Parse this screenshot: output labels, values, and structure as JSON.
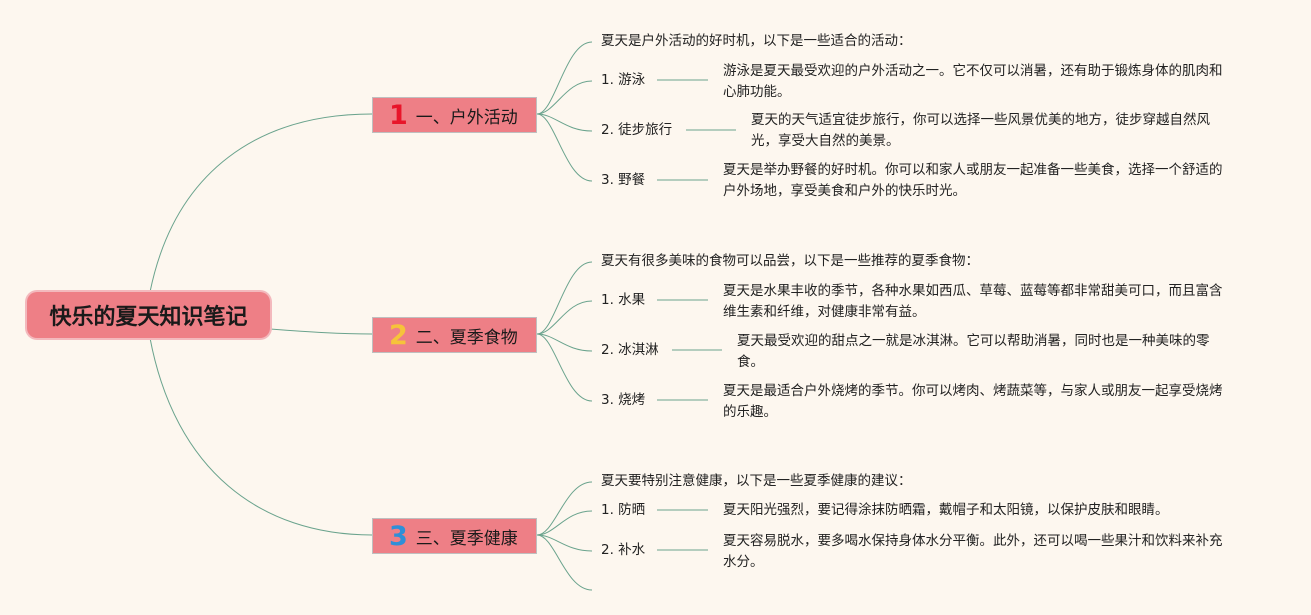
{
  "root": {
    "title": "快乐的夏天知识笔记"
  },
  "branches": [
    {
      "num": "1",
      "num_color": "#e8152a",
      "label": "一、户外活动",
      "intro": "夏天是户外活动的好时机，以下是一些适合的活动：",
      "items": [
        {
          "label": "1. 游泳",
          "desc": "游泳是夏天最受欢迎的户外活动之一。它不仅可以消暑，还有助于锻炼身体的肌肉和心肺功能。"
        },
        {
          "label": "2. 徒步旅行",
          "desc": "夏天的天气适宜徒步旅行，你可以选择一些风景优美的地方，徒步穿越自然风光，享受大自然的美景。"
        },
        {
          "label": "3. 野餐",
          "desc": "夏天是举办野餐的好时机。你可以和家人或朋友一起准备一些美食，选择一个舒适的户外场地，享受美食和户外的快乐时光。"
        }
      ]
    },
    {
      "num": "2",
      "num_color": "#f6c33a",
      "label": "二、夏季食物",
      "intro": "夏天有很多美味的食物可以品尝，以下是一些推荐的夏季食物：",
      "items": [
        {
          "label": "1. 水果",
          "desc": "夏天是水果丰收的季节，各种水果如西瓜、草莓、蓝莓等都非常甜美可口，而且富含维生素和纤维，对健康非常有益。"
        },
        {
          "label": "2. 冰淇淋",
          "desc": "夏天最受欢迎的甜点之一就是冰淇淋。它可以帮助消暑，同时也是一种美味的零食。"
        },
        {
          "label": "3. 烧烤",
          "desc": "夏天是最适合户外烧烤的季节。你可以烤肉、烤蔬菜等，与家人或朋友一起享受烧烤的乐趣。"
        }
      ]
    },
    {
      "num": "3",
      "num_color": "#2f8fd8",
      "label": "三、夏季健康",
      "intro": "夏天要特别注意健康，以下是一些夏季健康的建议：",
      "items": [
        {
          "label": "1. 防晒",
          "desc": "夏天阳光强烈，要记得涂抹防晒霜，戴帽子和太阳镜，以保护皮肤和眼睛。"
        },
        {
          "label": "2. 补水",
          "desc": "夏天容易脱水，要多喝水保持身体水分平衡。此外，还可以喝一些果汁和饮料来补充水分。"
        }
      ]
    }
  ],
  "colors": {
    "background": "#fdf7ef",
    "node_fill": "#ee7f86",
    "connector": "#6aa38d"
  }
}
